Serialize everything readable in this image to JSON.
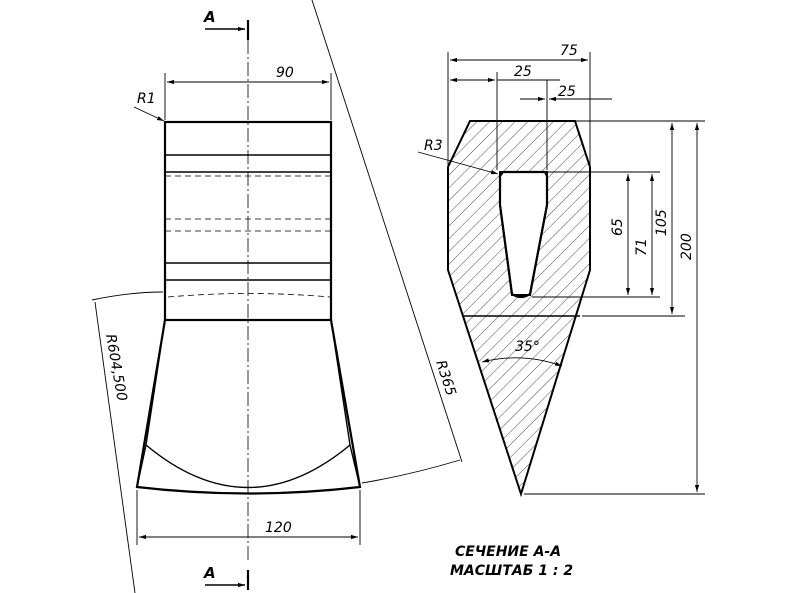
{
  "view_labels": {
    "section_top": "A",
    "section_bottom": "A"
  },
  "front_view": {
    "dim_top_width": "90",
    "dim_corner_radius": "R1",
    "dim_bottom_width": "120",
    "dim_left_arc": "R604,500",
    "dim_right_arc": "R365"
  },
  "section_view": {
    "dim_total_width": "75",
    "dim_slot_offset": "25",
    "dim_slot_width": "25",
    "dim_fillet": "R3",
    "dim_slot_depth_inner": "65",
    "dim_slot_depth_outer": "71",
    "dim_upper_height": "105",
    "dim_total_height": "200",
    "dim_angle": "35°"
  },
  "caption": {
    "line1": "СЕЧЕНИЕ А-А",
    "line2": "МАСШТАБ 1 : 2"
  }
}
